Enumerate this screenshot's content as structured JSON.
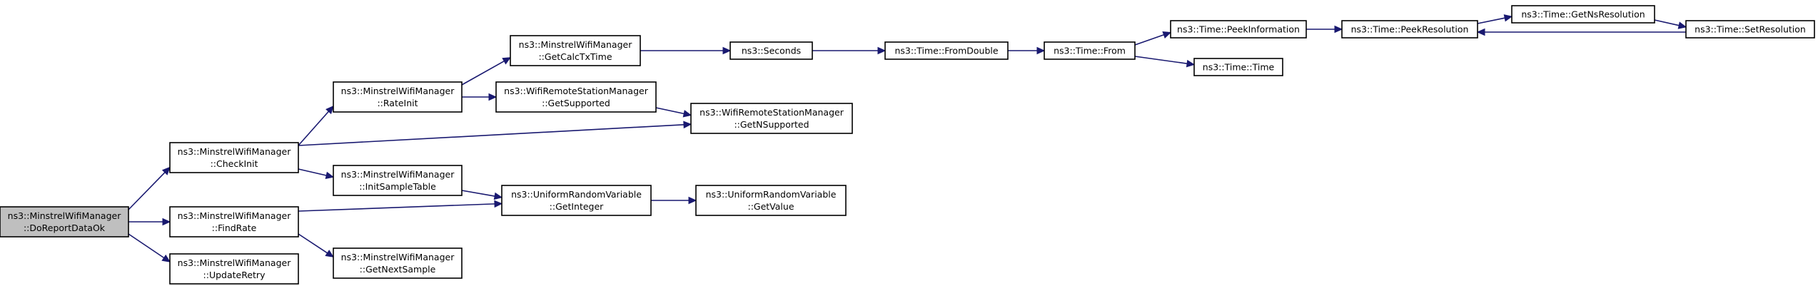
{
  "colors": {
    "edge": "#191970",
    "root_fill": "#bfbfbf",
    "node_fill": "#ffffff",
    "node_border": "#000000"
  },
  "nodes": [
    {
      "id": "do_report_data_ok",
      "lines": [
        "ns3::MinstrelWifiManager",
        "::DoReportDataOk"
      ],
      "root": true
    },
    {
      "id": "check_init",
      "lines": [
        "ns3::MinstrelWifiManager",
        "::CheckInit"
      ]
    },
    {
      "id": "find_rate",
      "lines": [
        "ns3::MinstrelWifiManager",
        "::FindRate"
      ]
    },
    {
      "id": "update_retry",
      "lines": [
        "ns3::MinstrelWifiManager",
        "::UpdateRetry"
      ]
    },
    {
      "id": "rate_init",
      "lines": [
        "ns3::MinstrelWifiManager",
        "::RateInit"
      ]
    },
    {
      "id": "init_sample_table",
      "lines": [
        "ns3::MinstrelWifiManager",
        "::InitSampleTable"
      ]
    },
    {
      "id": "get_next_sample",
      "lines": [
        "ns3::MinstrelWifiManager",
        "::GetNextSample"
      ]
    },
    {
      "id": "get_calc_tx_time",
      "lines": [
        "ns3::MinstrelWifiManager",
        "::GetCalcTxTime"
      ]
    },
    {
      "id": "get_supported",
      "lines": [
        "ns3::WifiRemoteStationManager",
        "::GetSupported"
      ]
    },
    {
      "id": "get_integer",
      "lines": [
        "ns3::UniformRandomVariable",
        "::GetInteger"
      ]
    },
    {
      "id": "seconds",
      "lines": [
        "ns3::Seconds"
      ]
    },
    {
      "id": "get_n_supported",
      "lines": [
        "ns3::WifiRemoteStationManager",
        "::GetNSupported"
      ]
    },
    {
      "id": "get_value",
      "lines": [
        "ns3::UniformRandomVariable",
        "::GetValue"
      ]
    },
    {
      "id": "from_double",
      "lines": [
        "ns3::Time::FromDouble"
      ]
    },
    {
      "id": "time_from",
      "lines": [
        "ns3::Time::From"
      ]
    },
    {
      "id": "peek_information",
      "lines": [
        "ns3::Time::PeekInformation"
      ]
    },
    {
      "id": "time_time",
      "lines": [
        "ns3::Time::Time"
      ]
    },
    {
      "id": "peek_resolution",
      "lines": [
        "ns3::Time::PeekResolution"
      ]
    },
    {
      "id": "get_ns_resolution",
      "lines": [
        "ns3::Time::GetNsResolution"
      ]
    },
    {
      "id": "set_resolution",
      "lines": [
        "ns3::Time::SetResolution"
      ]
    }
  ],
  "edges": [
    [
      "do_report_data_ok",
      "check_init"
    ],
    [
      "do_report_data_ok",
      "find_rate"
    ],
    [
      "do_report_data_ok",
      "update_retry"
    ],
    [
      "check_init",
      "rate_init"
    ],
    [
      "check_init",
      "init_sample_table"
    ],
    [
      "check_init",
      "get_n_supported"
    ],
    [
      "rate_init",
      "get_calc_tx_time"
    ],
    [
      "rate_init",
      "get_supported"
    ],
    [
      "get_calc_tx_time",
      "seconds"
    ],
    [
      "seconds",
      "from_double"
    ],
    [
      "from_double",
      "time_from"
    ],
    [
      "time_from",
      "peek_information"
    ],
    [
      "time_from",
      "time_time"
    ],
    [
      "peek_information",
      "peek_resolution"
    ],
    [
      "peek_resolution",
      "get_ns_resolution"
    ],
    [
      "get_ns_resolution",
      "set_resolution"
    ],
    [
      "set_resolution",
      "peek_resolution"
    ],
    [
      "get_supported",
      "get_n_supported"
    ],
    [
      "init_sample_table",
      "get_integer"
    ],
    [
      "find_rate",
      "get_integer"
    ],
    [
      "find_rate",
      "get_next_sample"
    ],
    [
      "get_integer",
      "get_value"
    ]
  ]
}
